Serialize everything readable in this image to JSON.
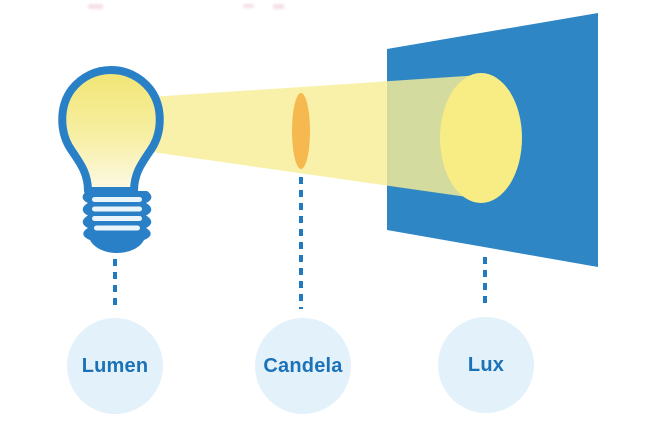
{
  "figure": {
    "name": "light-units-diagram",
    "elements": {
      "bulb": "light-bulb",
      "beam": "light-beam-cone",
      "candela_marker": "beam-cross-section",
      "screen": "illuminated-surface",
      "spot": "light-spot-on-surface"
    },
    "units": [
      {
        "label": "Lumen"
      },
      {
        "label": "Candela"
      },
      {
        "label": "Lux"
      }
    ]
  },
  "colors": {
    "background": "#FFFFFF",
    "bulb_blue": "#2980C6",
    "panel_blue": "#2E86C4",
    "line_blue": "#2379BE",
    "label_blue": "#1B72B6",
    "circle_fill": "#E3F1FB",
    "beam_yellow": "#F8EE96",
    "spot_yellow": "#F8EC85",
    "candela_orange": "#F5B94F",
    "bulb_fill_top": "#F1E573",
    "bulb_fill_bottom": "#FCF9E6",
    "thread_stripe": "#EAF4FB"
  }
}
